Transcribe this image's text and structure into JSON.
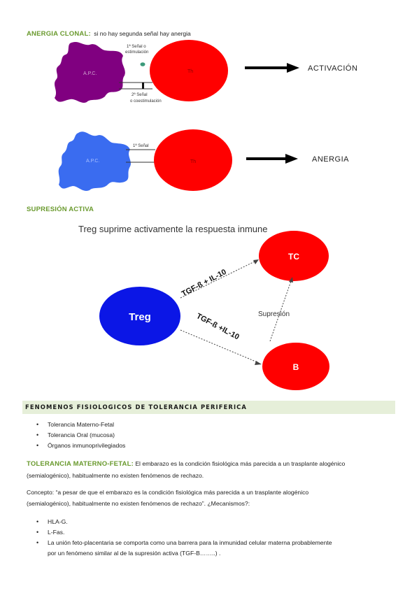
{
  "clonal": {
    "heading": "ANERGIA CLONAL:",
    "desc": "si no hay segunda señal hay anergia",
    "apc1_label": "A.P.C.",
    "th1_label": "Th",
    "signal1_line1": "1ª Señal o",
    "signal1_line2": "estimulación",
    "signal2_line1": "2ª Señal",
    "signal2_line2": "o coestimulación",
    "result1": "ACTIVACIÓN",
    "apc2_label": "A.P.C.",
    "th2_label": "Th",
    "signal_single": "1ª Señal",
    "result2": "ANERGIA"
  },
  "supresion": {
    "heading": "SUPRESIÓN ACTIVA",
    "title": "Treg suprime activamente la respuesta inmune",
    "treg": "Treg",
    "tc": "TC",
    "b": "B",
    "arrow_upper": "TGF-ß + IL-10",
    "arrow_lower": "TGF-ß +IL-10",
    "supresion_label": "Supresión"
  },
  "banner": {
    "title": "FENOMENOS FISIOLOGICOS DE TOLERANCIA PERIFERICA"
  },
  "list1": [
    "Tolerancia Materno-Fetal",
    "Tolerancia Oral (mucosa)",
    "Órganos inmunoprivilegiados"
  ],
  "materno": {
    "heading": "TOLERANCIA MATERNO-FETAL:",
    "line1": "El embarazo es la condición fisiológica más parecida a un trasplante alogénico",
    "line2": "(semialogénico), habitualmente no existen fenómenos de rechazo."
  },
  "concepto": {
    "line1": "Concepto: “a pesar de que el embarazo es la condición fisiológica más parecida a un trasplante alogénico",
    "line2": "(semialogénico), habitualmente no existen fenómenos de rechazo”. ¿Mecanismos?:"
  },
  "list2": [
    "HLA-G.",
    "L-Fas.",
    "La unión feto-placentaria se comporta como una barrera para la inmunidad celular materna probablemente",
    "por un fenómeno similar al de la supresión activa (TGF-B……..) ."
  ],
  "colors": {
    "green": "#6a9a2e",
    "purple": "#800080",
    "blue": "#3a6cf0",
    "red": "#ff0000",
    "treg_blue": "#0b16e6",
    "banner": "#e6efd9"
  }
}
